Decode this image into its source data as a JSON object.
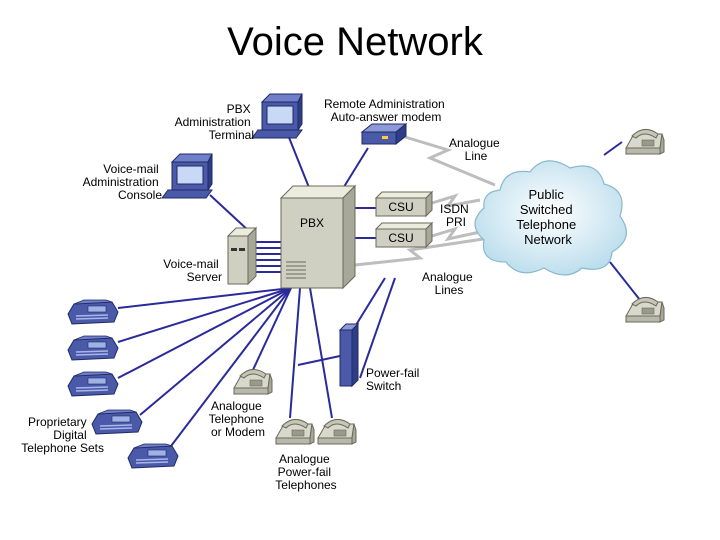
{
  "title": "Voice Network",
  "labels": {
    "pbx": "PBX",
    "csu": "CSU",
    "pbx_terminal": [
      "PBX",
      "Administration",
      "Terminal"
    ],
    "remote_admin": [
      "Remote Administration",
      "Auto-answer modem"
    ],
    "analogue_line": [
      "Analogue",
      "Line"
    ],
    "voicemail_console": [
      "Voice-mail",
      "Administration",
      "Console"
    ],
    "isdn": [
      "ISDN",
      "PRI"
    ],
    "pstn": [
      "Public",
      "Switched",
      "Telephone",
      "Network"
    ],
    "voicemail_server": [
      "Voice-mail",
      "Server"
    ],
    "analogue_lines": [
      "Analogue",
      "Lines"
    ],
    "power_fail_switch": [
      "Power-fail",
      "Switch"
    ],
    "proprietary_sets": [
      "Proprietary",
      "Digital",
      "Telephone Sets"
    ],
    "analogue_phone": [
      "Analogue",
      "Telephone",
      "or Modem"
    ],
    "power_fail_phones": [
      "Analogue",
      "Power-fail",
      "Telephones"
    ]
  },
  "colors": {
    "link": "#2a2a9a",
    "analogue_line": "#bdbdbd",
    "device_body": "#d8d8cc",
    "device_edge": "#8a8a7a",
    "digital_phone": "#4a5aa8",
    "cloud": "#d9eef6"
  }
}
